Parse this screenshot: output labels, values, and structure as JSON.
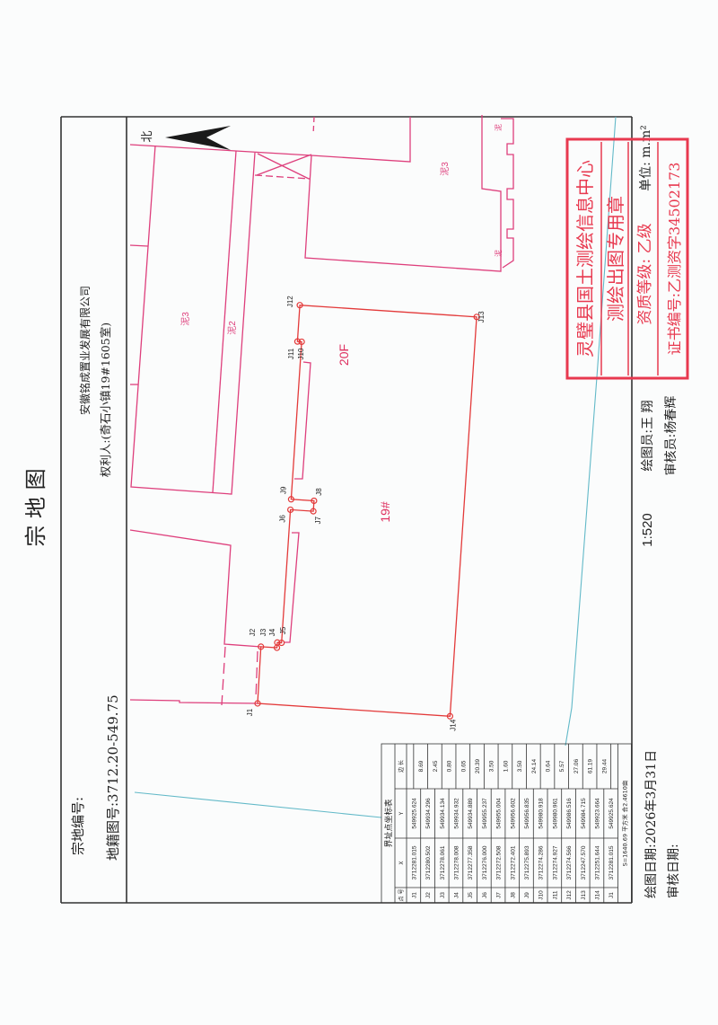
{
  "title": "宗 地 图",
  "unit": "单位: m.m²",
  "parcel_no_label": "宗地编号:",
  "map_no": "地籍图号:3712.20-549.75",
  "owner_company": "安徽铭成置业发展有限公司",
  "owner_label": "权利人:(奇石小镇19#1605室)",
  "scale": "1:520",
  "draw_date": "绘图日期:2026年3月31日",
  "review_date": "审核日期:",
  "north_label": "北",
  "map_labels": {
    "block_left": "泥3",
    "road": "泥2",
    "block_right": "泥3",
    "small_top": "泥",
    "small_bottom": "泥",
    "floors": "20F",
    "building": "19#"
  },
  "stamp": {
    "line1": "灵璧县国土测绘信息中心",
    "line2": "测绘出图专用章",
    "line3": "资质等级: 乙级",
    "line4": "证书编号:乙测资字34502173",
    "drawer": "绘图员:王 翔",
    "reviewer": "审核员:杨春辉"
  },
  "coord_table": {
    "title": "界址点坐标表",
    "headers": [
      "点 号",
      "X",
      "Y",
      "边 长"
    ],
    "rows": [
      {
        "pt": "J1",
        "x": "3712281.015",
        "y": "549925.624",
        "len": "8.69"
      },
      {
        "pt": "J2",
        "x": "3712280.502",
        "y": "549934.296",
        "len": "2.45"
      },
      {
        "pt": "J3",
        "x": "3712278.061",
        "y": "549934.134",
        "len": "0.80"
      },
      {
        "pt": "J4",
        "x": "3712278.008",
        "y": "549934.932",
        "len": "0.65"
      },
      {
        "pt": "J5",
        "x": "3712277.358",
        "y": "549934.889",
        "len": "20.39"
      },
      {
        "pt": "J6",
        "x": "3712276.000",
        "y": "549955.237",
        "len": "3.50"
      },
      {
        "pt": "J7",
        "x": "3712272.508",
        "y": "549955.004",
        "len": "1.60"
      },
      {
        "pt": "J8",
        "x": "3712272.401",
        "y": "549956.602",
        "len": "3.50"
      },
      {
        "pt": "J9",
        "x": "3712275.893",
        "y": "549956.835",
        "len": "24.14"
      },
      {
        "pt": "J10",
        "x": "3712274.286",
        "y": "549980.918",
        "len": "0.64"
      },
      {
        "pt": "J11",
        "x": "3712274.927",
        "y": "549980.961",
        "len": "5.57"
      },
      {
        "pt": "J12",
        "x": "3712274.566",
        "y": "549986.516",
        "len": "27.06"
      },
      {
        "pt": "J13",
        "x": "3712247.570",
        "y": "549984.715",
        "len": "61.19"
      },
      {
        "pt": "J14",
        "x": "3712251.644",
        "y": "549923.664",
        "len": "29.44"
      },
      {
        "pt": "J1",
        "x": "3712281.015",
        "y": "549925.624",
        "len": ""
      }
    ],
    "footer": "S=1640.69 平方米 合2.4610亩"
  },
  "colors": {
    "parcel": "#e33a3a",
    "neighbor": "#de3f7c",
    "cyan": "#62b9c8",
    "stamp": "#e8394f"
  }
}
